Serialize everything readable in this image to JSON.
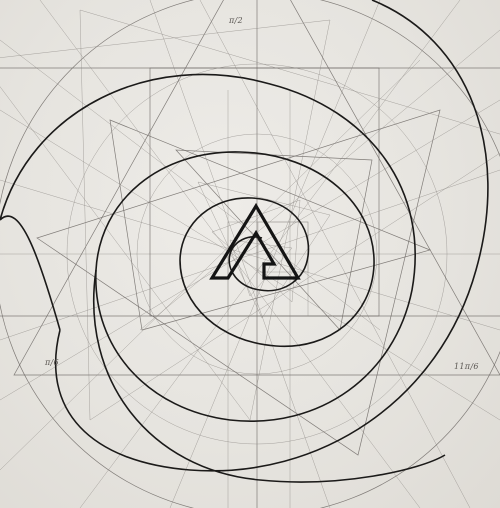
{
  "labels": {
    "top": "π/2",
    "left": "π/6",
    "right": "11π/6"
  },
  "colors": {
    "paper": "#e6e4df",
    "ink_bold": "#1b1a19",
    "ink_thin": "#6e6a66",
    "logo": "#141414"
  },
  "logo": {
    "icon": "triangular-spiral-logo"
  }
}
